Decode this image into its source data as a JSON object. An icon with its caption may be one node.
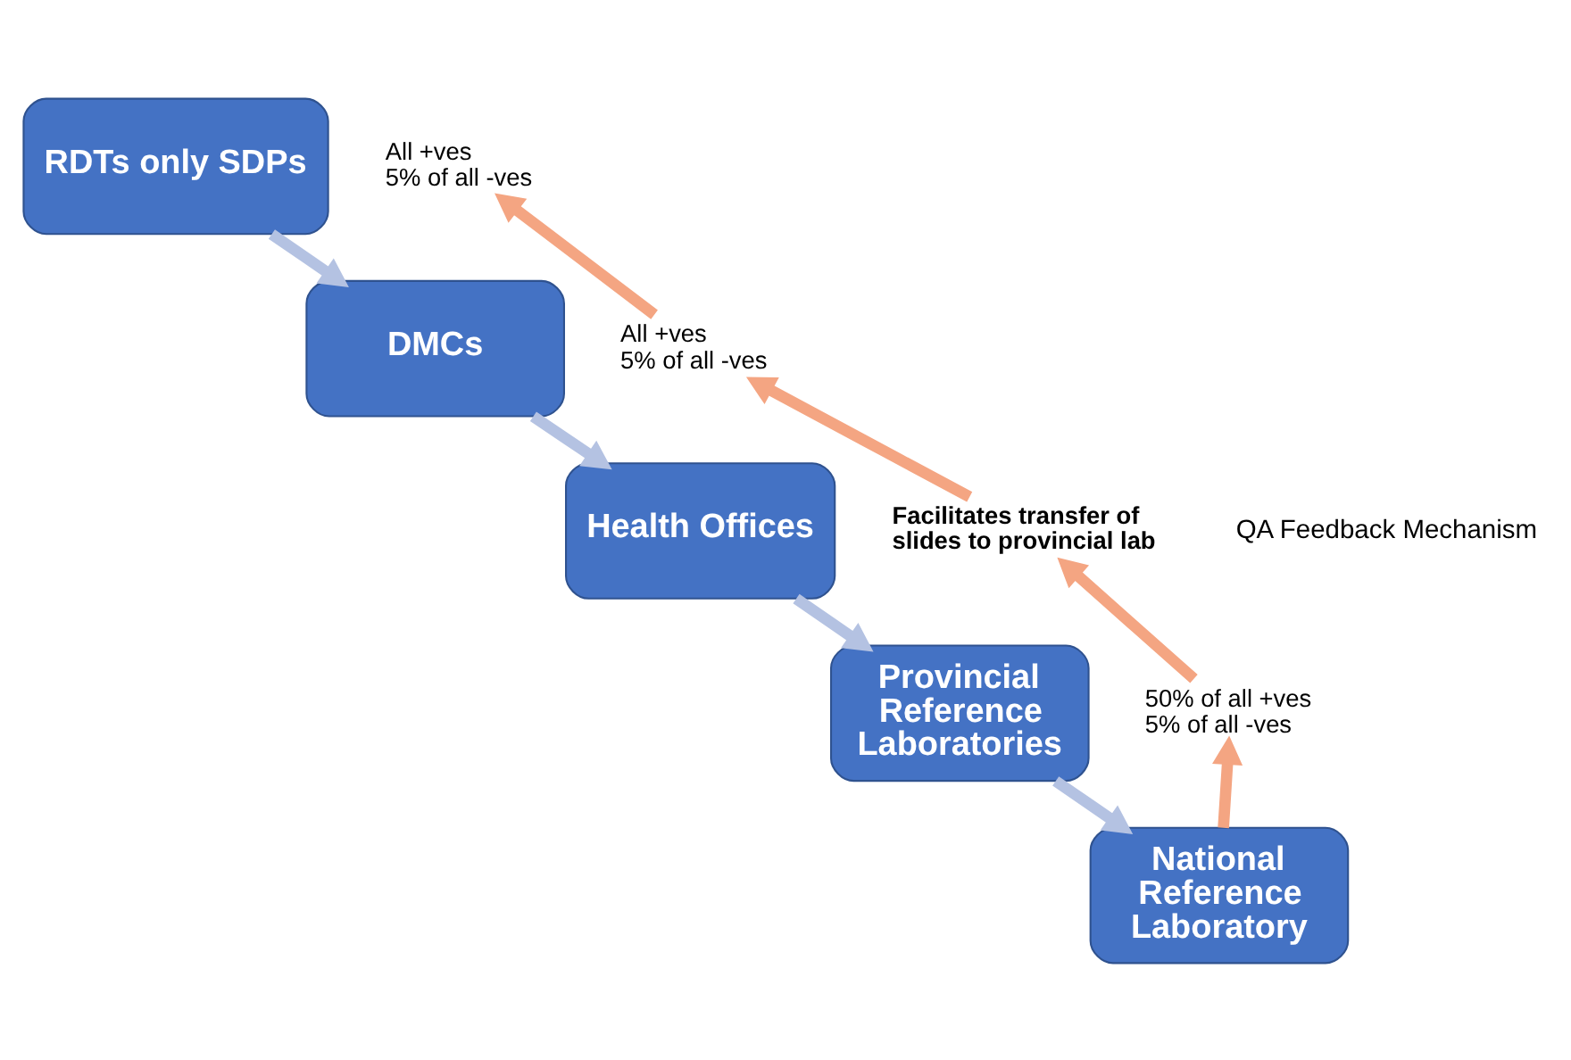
{
  "diagram": {
    "nodes": [
      {
        "text": [
          "RDTs only SDPs"
        ]
      },
      {
        "text": [
          "All +ves",
          "5% of all -ves"
        ]
      },
      {
        "text": [
          "DMCs"
        ]
      },
      {
        "text": [
          "All +ves",
          "5% of all -ves"
        ]
      },
      {
        "text": [
          "Health Offices"
        ]
      },
      {
        "text": [
          "Facilitates transfer of slides to provincial lab"
        ]
      },
      {
        "text": [
          "Provincial Reference Laboratories"
        ]
      },
      {
        "text": [
          "50% of all +ves",
          "5% of all -ves"
        ]
      },
      {
        "text": [
          "National Reference Laboratory"
        ]
      }
    ],
    "edges": [
      {
        "from": 0,
        "to": 2,
        "arrow": "to"
      },
      {
        "from": 2,
        "to": 4,
        "arrow": "to"
      },
      {
        "from": 4,
        "to": 6,
        "arrow": "to"
      },
      {
        "from": 6,
        "to": 8,
        "arrow": "to"
      },
      {
        "from": 3,
        "to": 1,
        "arrow": "to",
        "color": "#f4a582"
      },
      {
        "from": 5,
        "to": 3,
        "arrow": "to",
        "color": "#f4a582"
      },
      {
        "from": 7,
        "to": 5,
        "arrow": "to",
        "color": "#f4a582"
      },
      {
        "from": 8,
        "to": 7,
        "arrow": "to",
        "color": "#f4a582"
      }
    ],
    "labels": [
      "QA Feedback Mechanism"
    ]
  }
}
